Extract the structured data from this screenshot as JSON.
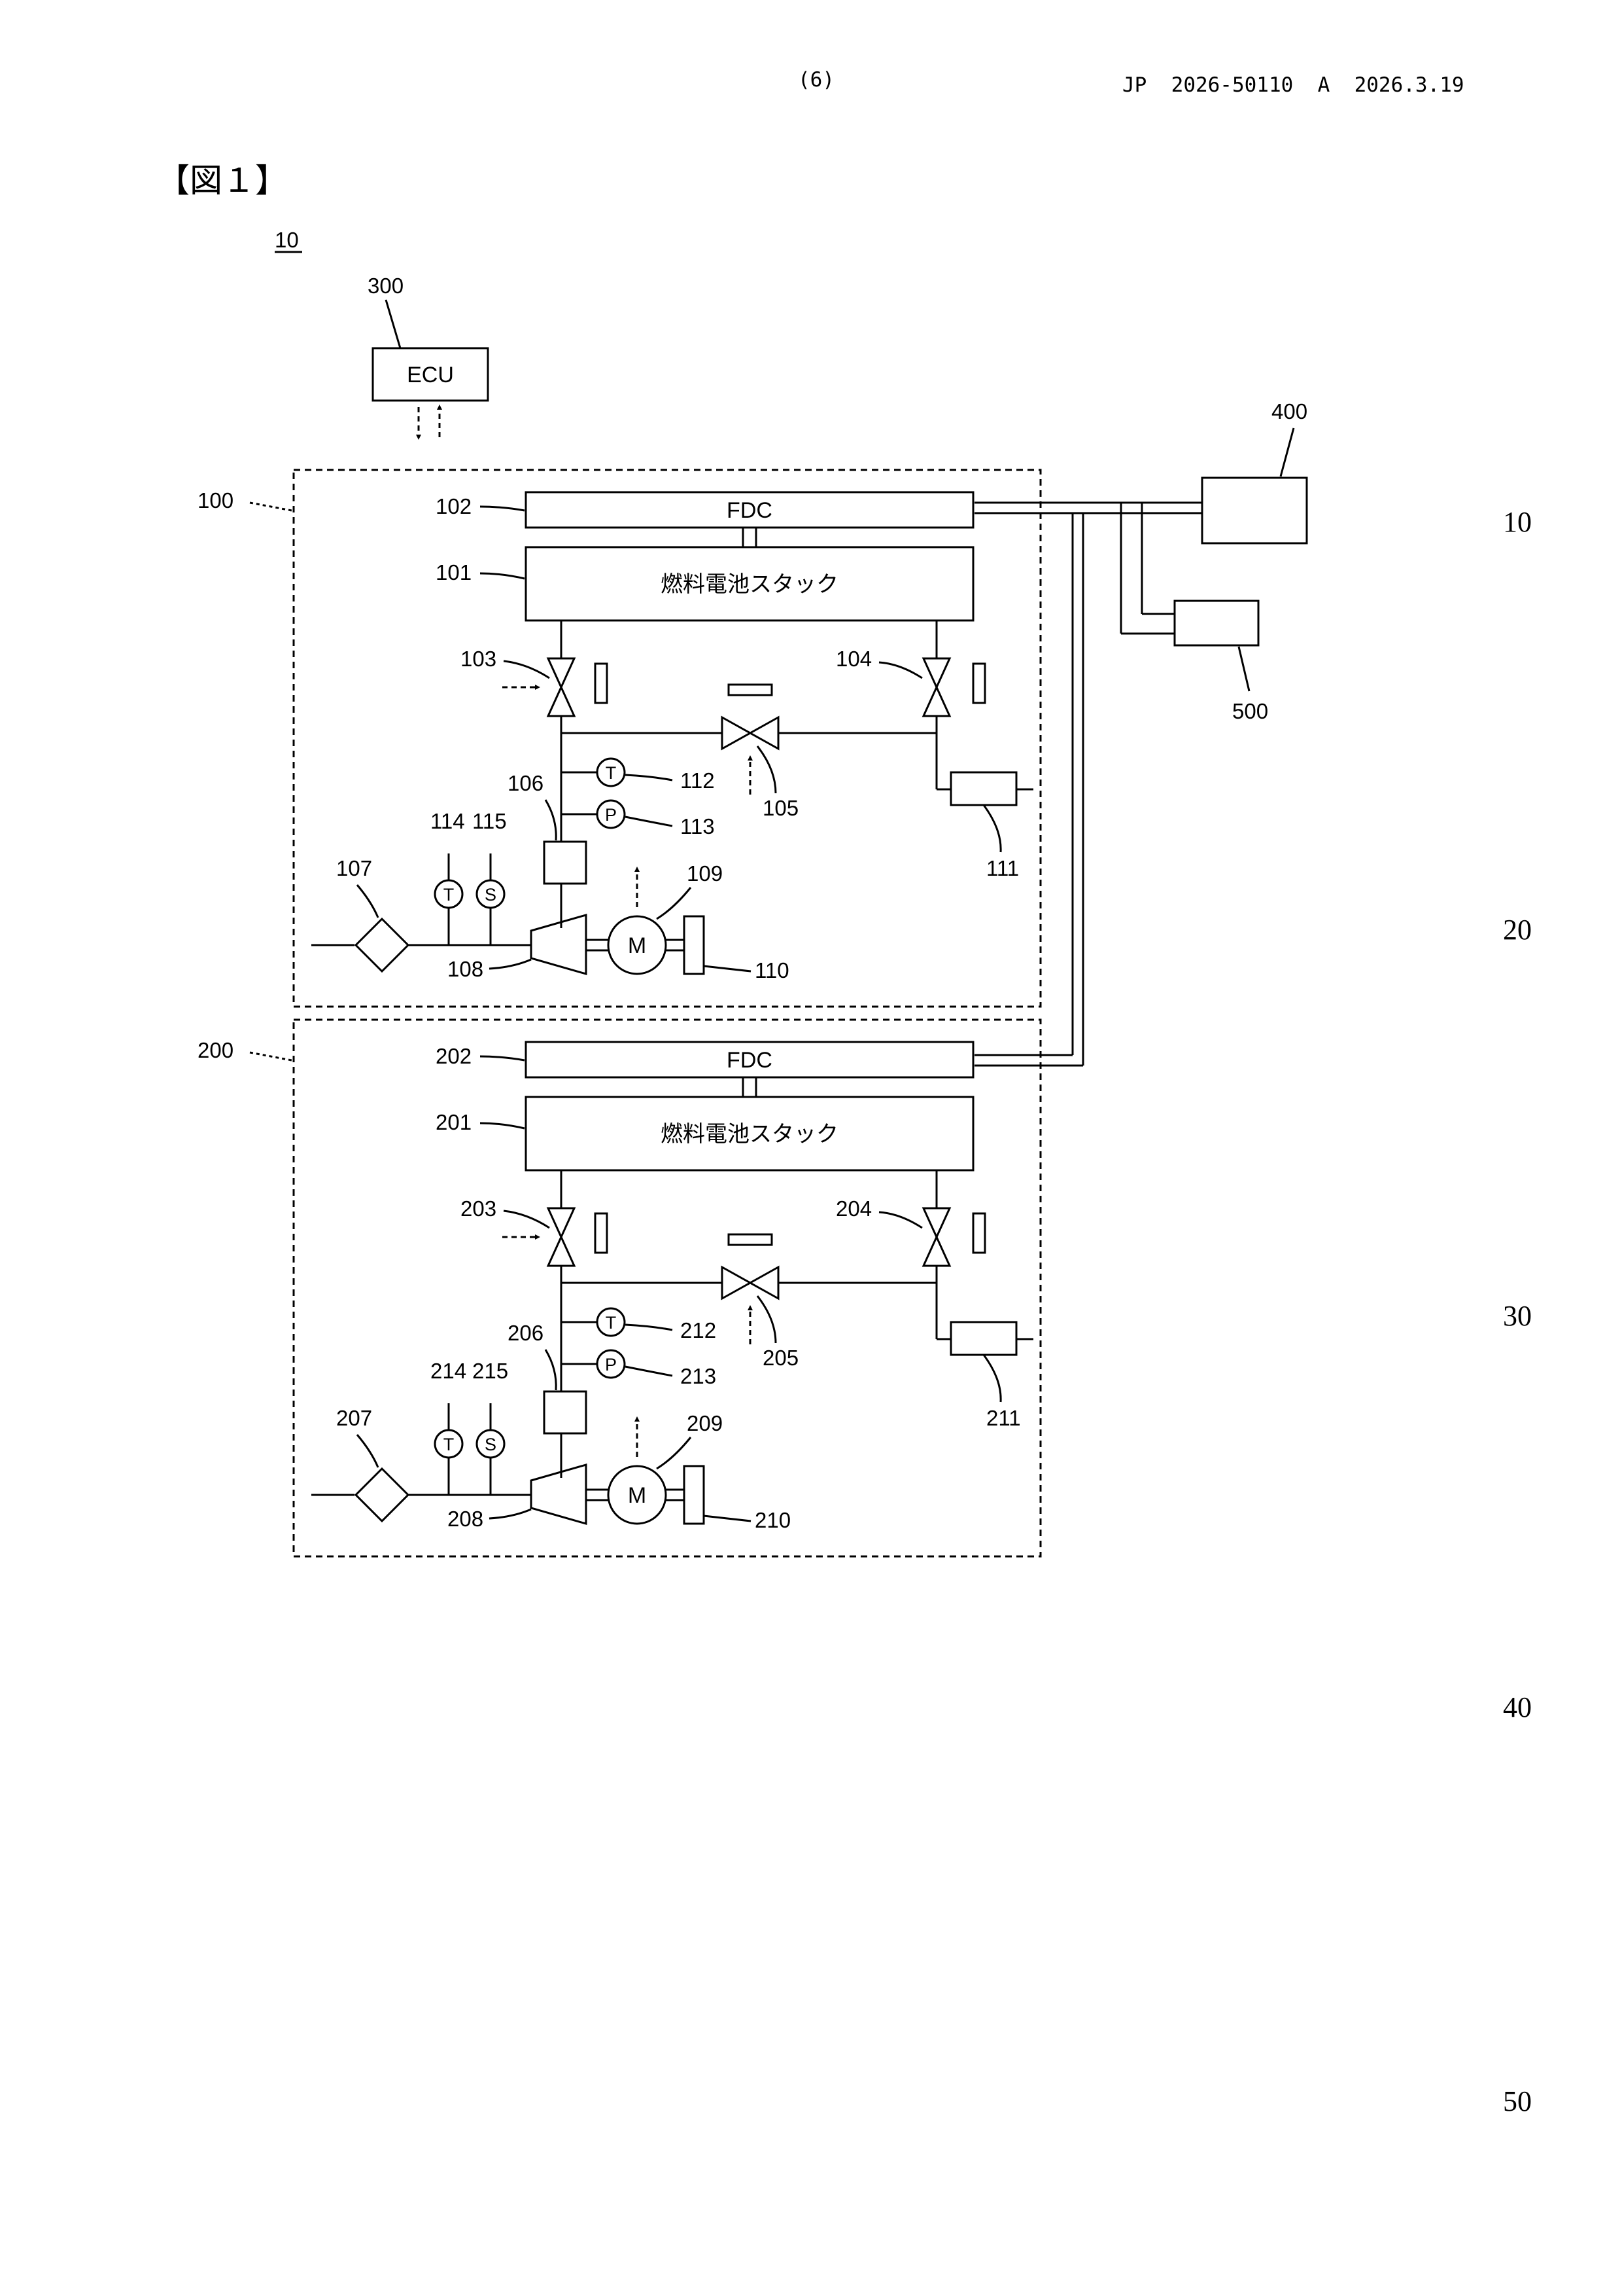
{
  "header": {
    "page_no": "(6)",
    "publication": "JP  2026-50110  A  2026.3.19"
  },
  "figure": {
    "label": "【図１】",
    "system_ref": "10",
    "ecu": {
      "ref": "300",
      "label": "ECU"
    },
    "device_400": "400",
    "device_500": "500",
    "unit1": {
      "ref": "100",
      "fdc_ref": "102",
      "fdc_label": "FDC",
      "stack_ref": "101",
      "stack_label": "燃料電池スタック",
      "valve_a": "103",
      "valve_b": "104",
      "bypass_valve": "105",
      "intercooler": "106",
      "filter": "107",
      "compressor": "108",
      "motor_ref": "109",
      "motor_label": "M",
      "drive_box": "110",
      "muffler": "111",
      "temp_sensor": "112",
      "pressure_sensor": "113",
      "inlet_temp_sensor": "114",
      "inlet_s_sensor": "115",
      "t_label": "T",
      "p_label": "P",
      "s_label": "S"
    },
    "unit2": {
      "ref": "200",
      "fdc_ref": "202",
      "fdc_label": "FDC",
      "stack_ref": "201",
      "stack_label": "燃料電池スタック",
      "valve_a": "203",
      "valve_b": "204",
      "bypass_valve": "205",
      "intercooler": "206",
      "filter": "207",
      "compressor": "208",
      "motor_ref": "209",
      "motor_label": "M",
      "drive_box": "210",
      "muffler": "211",
      "temp_sensor": "212",
      "pressure_sensor": "213",
      "inlet_temp_sensor": "214",
      "inlet_s_sensor": "215",
      "t_label": "T",
      "p_label": "P",
      "s_label": "S"
    }
  },
  "margin_line_numbers": [
    "10",
    "20",
    "30",
    "40",
    "50"
  ]
}
